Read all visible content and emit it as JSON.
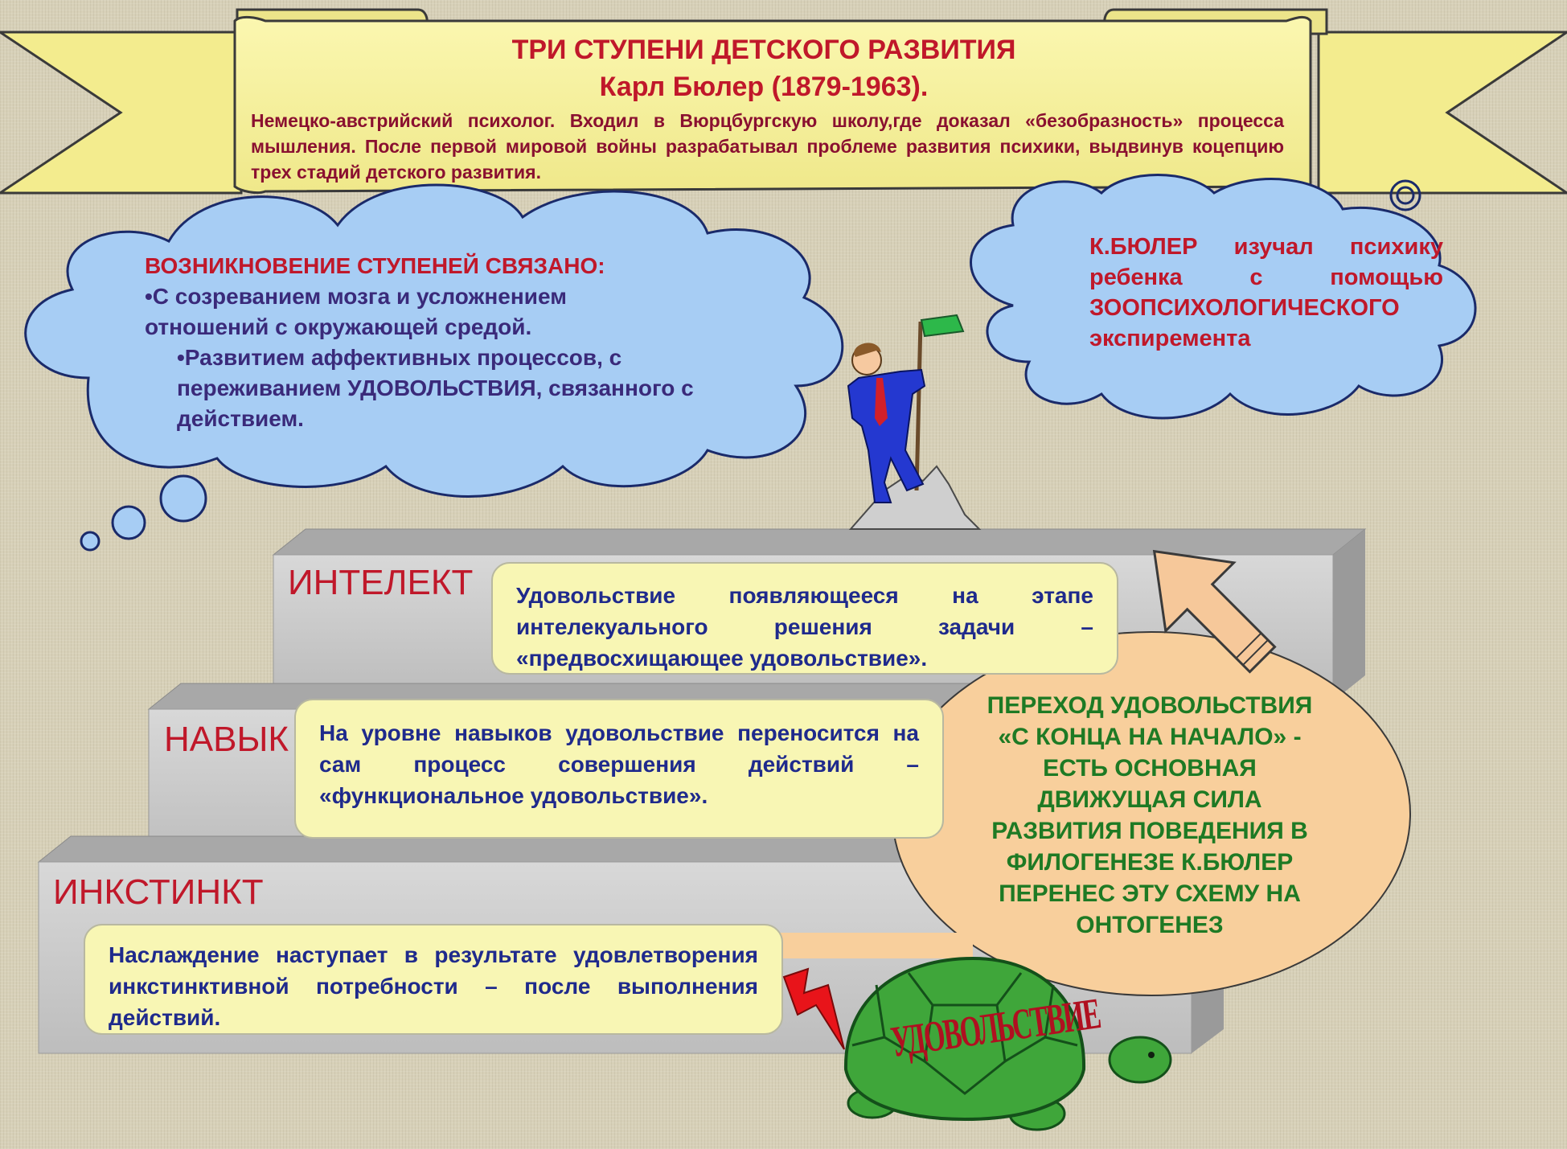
{
  "banner": {
    "title": "ТРИ СТУПЕНИ ДЕТСКОГО РАЗВИТИЯ",
    "subtitle": "Карл Бюлер (1879-1963).",
    "description": "Немецко-австрийский психолог. Входил в Вюрцбургскую школу,где доказал «безобразность» процесса мышления. После первой мировой войны разрабатывал проблеме развития психики, выдвинув коцепцию трех стадий детского развития."
  },
  "cloud_left": {
    "heading": "ВОЗНИКНОВЕНИЕ СТУПЕНЕЙ  СВЯЗАНО:",
    "bullet1": "•С созреванием мозга и усложнением отношений с окружающей средой.",
    "bullet2": "•Развитием аффективных процессов, с переживанием УДОВОЛЬСТВИЯ, связанного с действием."
  },
  "cloud_right": {
    "text": "К.БЮЛЕР изучал психику ребенка с помощью ЗООПСИХОЛОГИЧЕСКОГО экспиремента"
  },
  "steps": [
    {
      "label": "ИНТЕЛЕКТ",
      "note": "Удовольствие появляющееся на этапе интелекуального решения задачи – «предвосхищающее удовольствие»."
    },
    {
      "label": "НАВЫК",
      "note": "На уровне навыков удовольствие переносится на сам процесс совершения действий – «функциональное удовольствие»."
    },
    {
      "label": "ИНКСТИНКТ",
      "note": "Наслаждение наступает в результате удовлетворения инкстинктивной потребности – после выполнения действий."
    }
  ],
  "oval": {
    "text": "ПЕРЕХОД УДОВОЛЬСТВИЯ «С КОНЦА НА НАЧАЛО» - ЕСТЬ ОСНОВНАЯ ДВИЖУЩАЯ СИЛА РАЗВИТИЯ ПОВЕДЕНИЯ В ФИЛОГЕНЕЗЕ К.БЮЛЕР ПЕРЕНЕС ЭТУ СХЕМУ НА ОНТОГЕНЕЗ"
  },
  "turtle": {
    "shell_text": "УДОВОЛЬСТВИЕ"
  },
  "colors": {
    "banner": "#f7f29a",
    "cloud": "#a7cdf4",
    "note_box": "#f8f6b4",
    "oval": "#f8cf9c",
    "arrow": "#f6c89a",
    "step_front": "#cfcfcf",
    "step_top": "#a8a8a8",
    "title_red": "#c0182a",
    "note_blue": "#1f2a8c",
    "oval_green": "#1e7a24",
    "turtle_green": "#3fa63a"
  }
}
